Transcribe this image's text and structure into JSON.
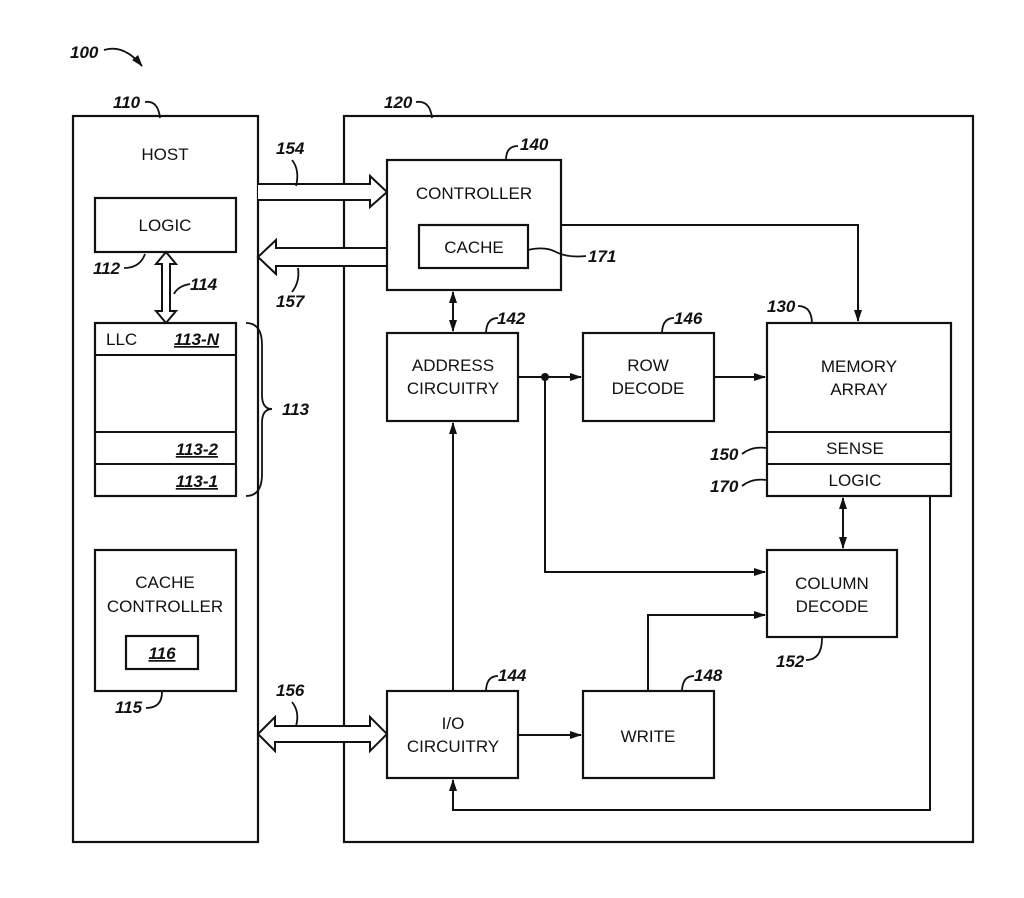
{
  "figure": {
    "ref": "100"
  },
  "host": {
    "ref": "110",
    "title": "HOST",
    "logic": {
      "label": "LOGIC",
      "ref": "112"
    },
    "link_ref": "114",
    "llc": {
      "label": "LLC",
      "ref_n": "113-N",
      "ref_2": "113-2",
      "ref_1": "113-1",
      "group_ref": "113"
    },
    "cache_controller": {
      "line1": "CACHE",
      "line2": "CONTROLLER",
      "inner_ref": "116",
      "ref": "115"
    }
  },
  "buses": {
    "b154": "154",
    "b157": "157",
    "b156": "156"
  },
  "device": {
    "ref": "120",
    "controller": {
      "label": "CONTROLLER",
      "ref": "140",
      "cache_label": "CACHE",
      "cache_ref": "171"
    },
    "address": {
      "line1": "ADDRESS",
      "line2": "CIRCUITRY",
      "ref": "142"
    },
    "row_decode": {
      "line1": "ROW",
      "line2": "DECODE",
      "ref": "146"
    },
    "memory_array": {
      "line1": "MEMORY",
      "line2": "ARRAY",
      "ref": "130",
      "sense": "SENSE",
      "sense_ref": "150",
      "logic": "LOGIC",
      "logic_ref": "170"
    },
    "column_decode": {
      "line1": "COLUMN",
      "line2": "DECODE",
      "ref": "152"
    },
    "io": {
      "line1": "I/O",
      "line2": "CIRCUITRY",
      "ref": "144"
    },
    "write": {
      "label": "WRITE",
      "ref": "148"
    }
  }
}
